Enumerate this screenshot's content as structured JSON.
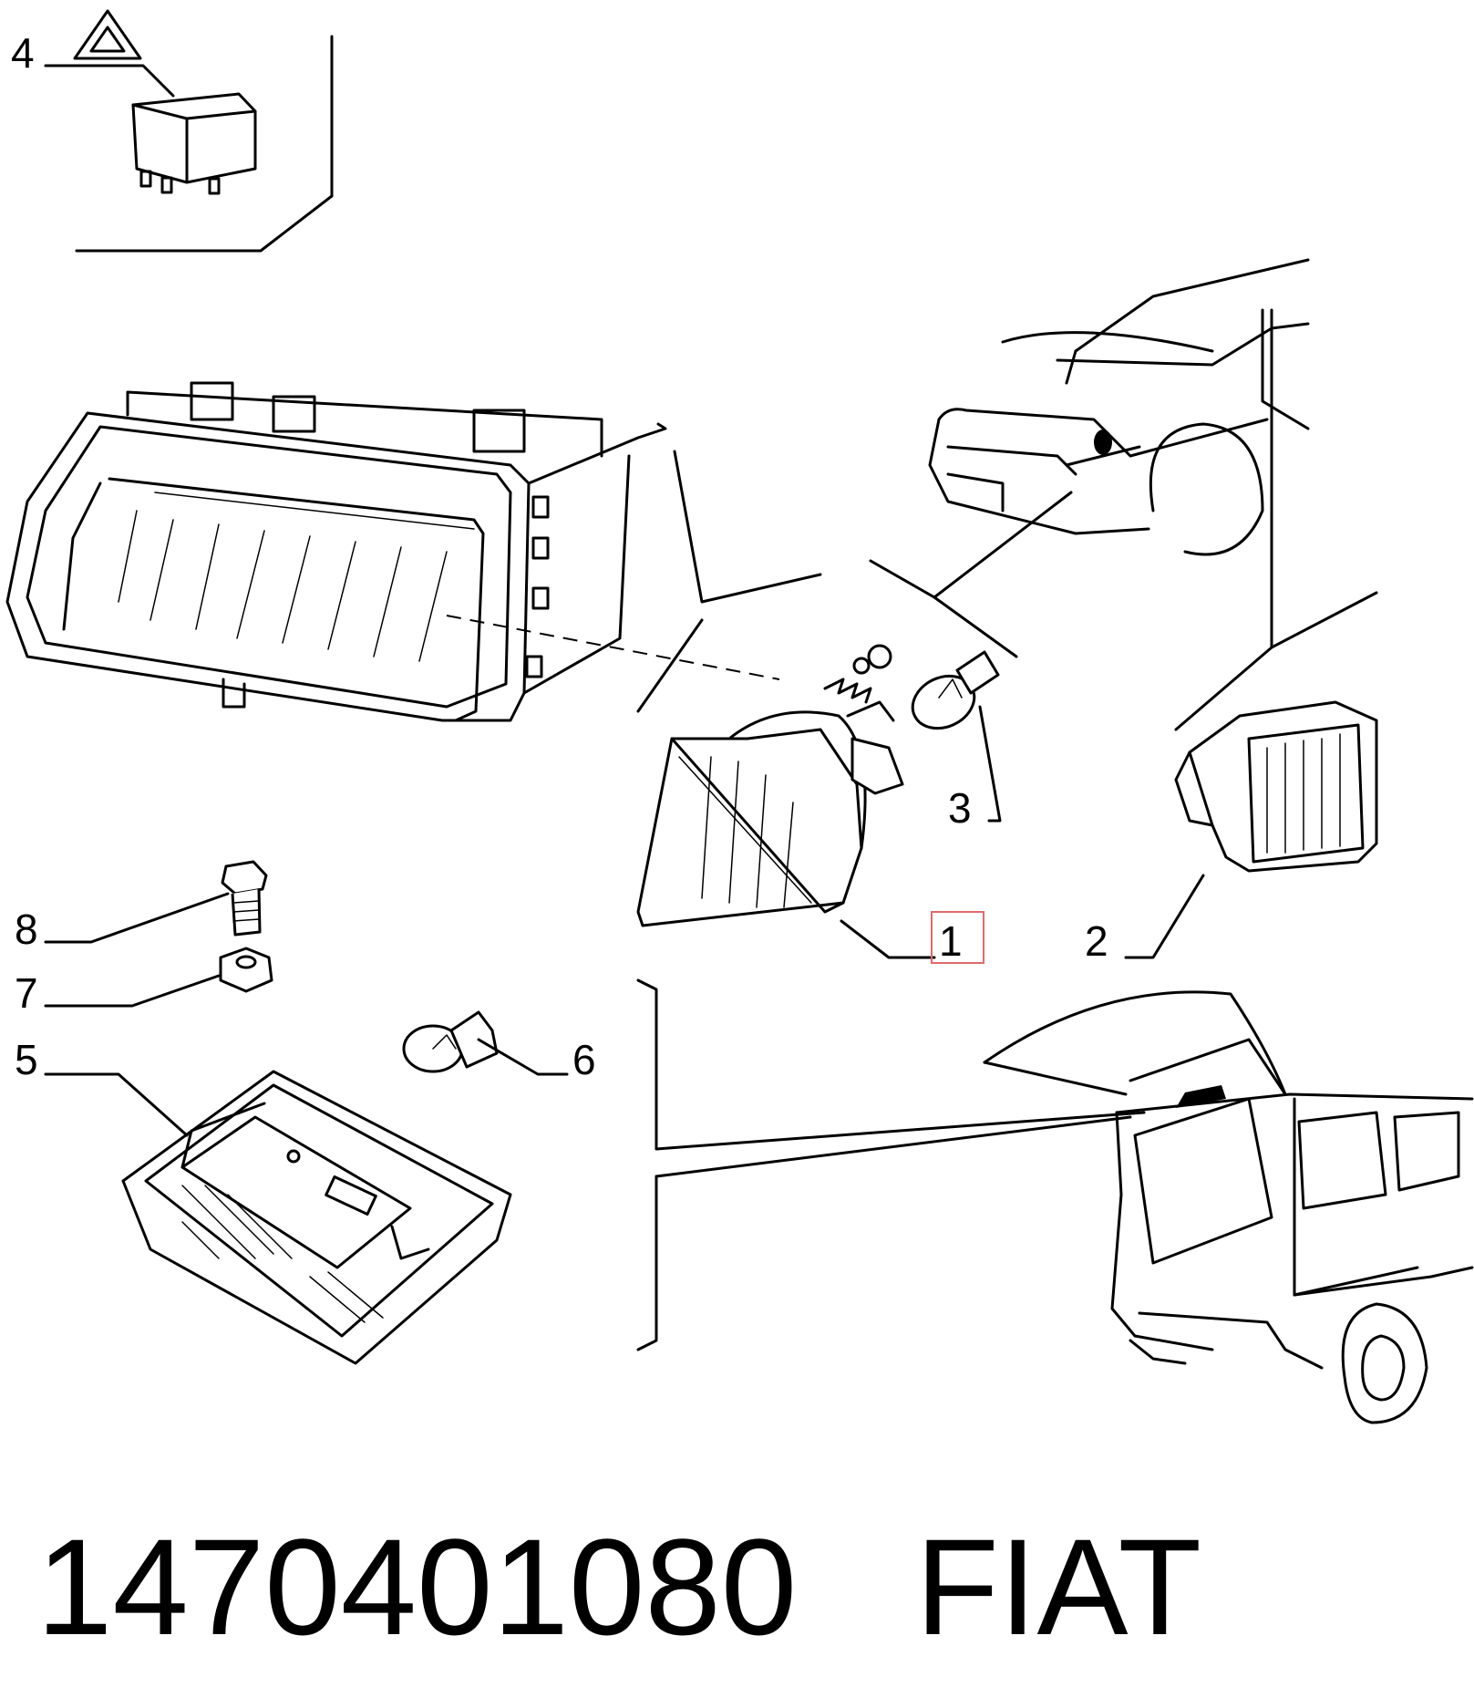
{
  "callouts": {
    "c1": "1",
    "c2": "2",
    "c3": "3",
    "c4": "4",
    "c5": "5",
    "c6": "6",
    "c7": "7",
    "c8": "8"
  },
  "footer": {
    "part_number": "1470401080",
    "brand": "FIAT"
  }
}
